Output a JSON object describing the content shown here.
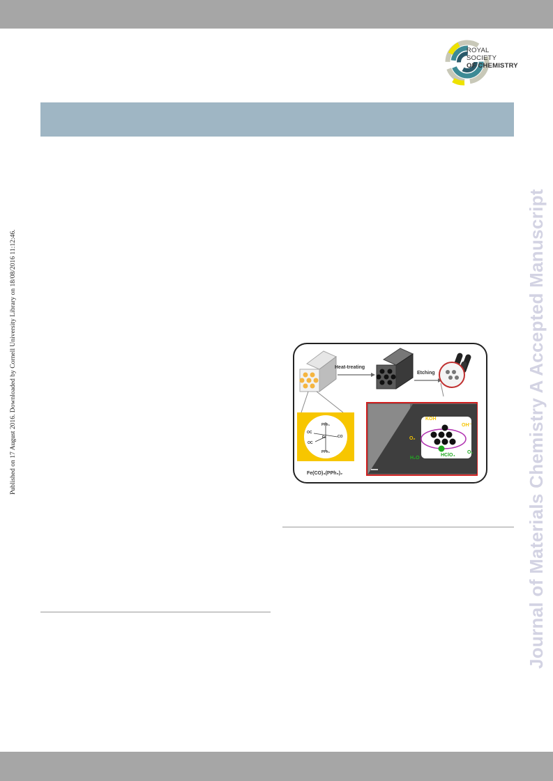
{
  "publisher": {
    "logo_line1": "ROYAL SOCIETY",
    "logo_line2": "OF CHEMISTRY",
    "logo_text": "ROYAL SOCIETY OF CHEMISTRY"
  },
  "side_note": "Published on 17 August 2016. Downloaded by Cornell University Library on 18/08/2016 11:12:46.",
  "watermark": "Journal of Materials Chemistry A Accepted Manuscript",
  "figure": {
    "step1_label": "Heat-treating",
    "step2_label": "Etching",
    "molecule_name": "Fe(CO)₃(PPh₃)₂",
    "molecule_atoms": {
      "top": "PPh₃",
      "bottom": "PPh₃",
      "left_top": "OC",
      "left_bottom": "OC",
      "right": "CO",
      "center": "Fe"
    },
    "inset_labels": {
      "koh": "KOH",
      "hclo4": "HClO₄",
      "o2_left": "O₂",
      "o2_right": "O₂",
      "h2o": "H₂O",
      "oh": "OH⁻"
    },
    "colors": {
      "yellow": "#f5c400",
      "frame_red": "#d02020",
      "magenta": "#b030b0",
      "green": "#22aa22"
    }
  }
}
